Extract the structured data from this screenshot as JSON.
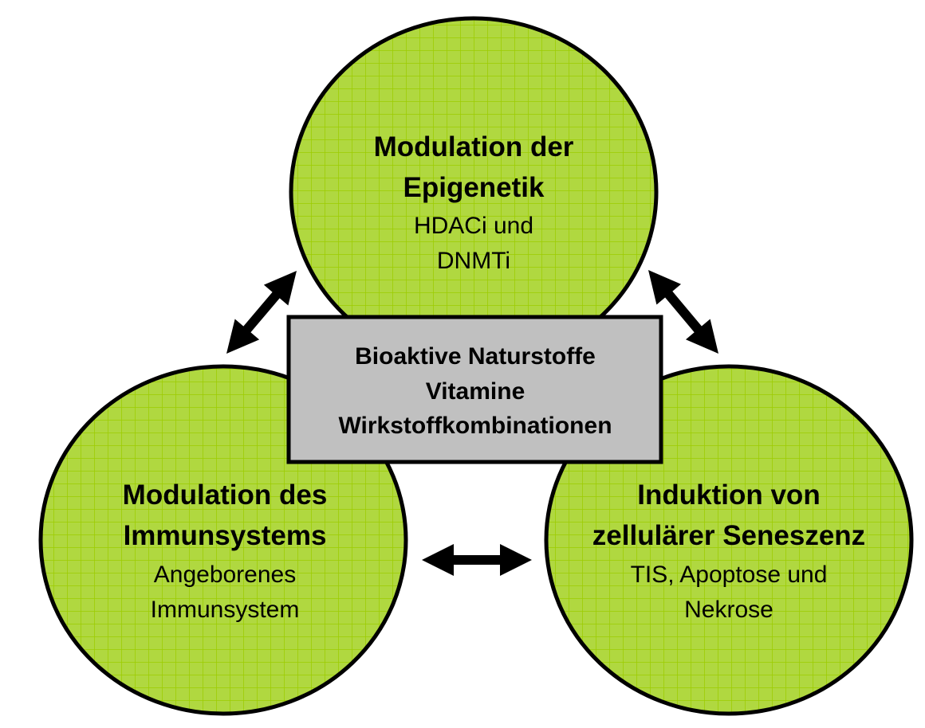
{
  "diagram": {
    "colors": {
      "circle_fill": "#b0d840",
      "circle_grid": "#9ccc00",
      "outline": "#000000",
      "box_fill": "#c0c0c0",
      "arrow": "#000000"
    },
    "nodes": {
      "top": {
        "title_lines": [
          "Modulation der",
          "Epigenetik"
        ],
        "subtitle_lines": [
          "HDACi und",
          "DNMTi"
        ]
      },
      "left": {
        "title_lines": [
          "Modulation des",
          "Immunsystems"
        ],
        "subtitle_lines": [
          "Angeborenes",
          "Immunsystem"
        ]
      },
      "right": {
        "title_lines": [
          "Induktion von",
          "zellulärer Seneszenz"
        ],
        "subtitle_lines": [
          "TIS, Apoptose und",
          "Nekrose"
        ]
      }
    },
    "center_box": {
      "lines": [
        "Bioaktive Naturstoffe",
        "Vitamine",
        "Wirkstoffkombinationen"
      ]
    },
    "arrows": [
      {
        "name": "top-left",
        "type": "bidirectional"
      },
      {
        "name": "top-right",
        "type": "bidirectional"
      },
      {
        "name": "left-right",
        "type": "bidirectional"
      }
    ]
  }
}
